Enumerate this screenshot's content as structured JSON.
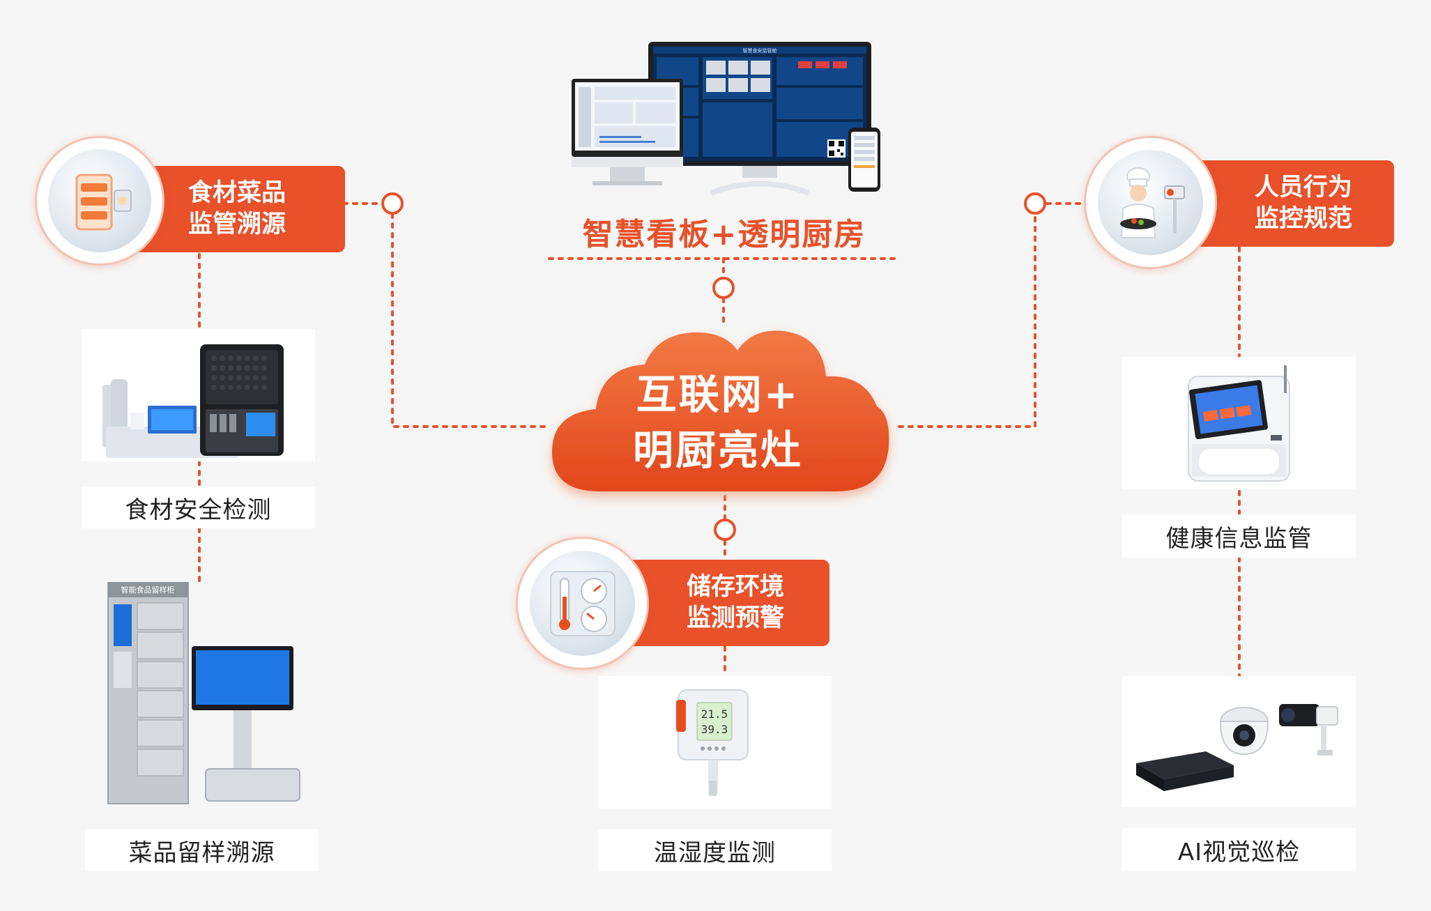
{
  "center": {
    "line1": "互联网+",
    "line2": "明厨亮灶"
  },
  "top": {
    "title": "智慧看板+透明厨房",
    "dashboard_header": "智慧食安监管舱"
  },
  "features": {
    "food_trace": {
      "line1": "食材菜品",
      "line2": "监管溯源"
    },
    "staff_behavior": {
      "line1": "人员行为",
      "line2": "监控规范"
    },
    "storage_env": {
      "line1": "储存环境",
      "line2": "监测预警"
    }
  },
  "devices": {
    "food_safety_test": "食材安全检测",
    "sample_trace": "菜品留样溯源",
    "sample_cabinet_sign": "智能食品留样柜",
    "temp_humidity": "温湿度监测",
    "sensor_temp": "21.5",
    "sensor_humidity": "39.3",
    "health_info": "健康信息监管",
    "ai_inspection": "AI视觉巡检"
  },
  "colors": {
    "accent": "#e8512a",
    "background": "#f6f6f6"
  }
}
